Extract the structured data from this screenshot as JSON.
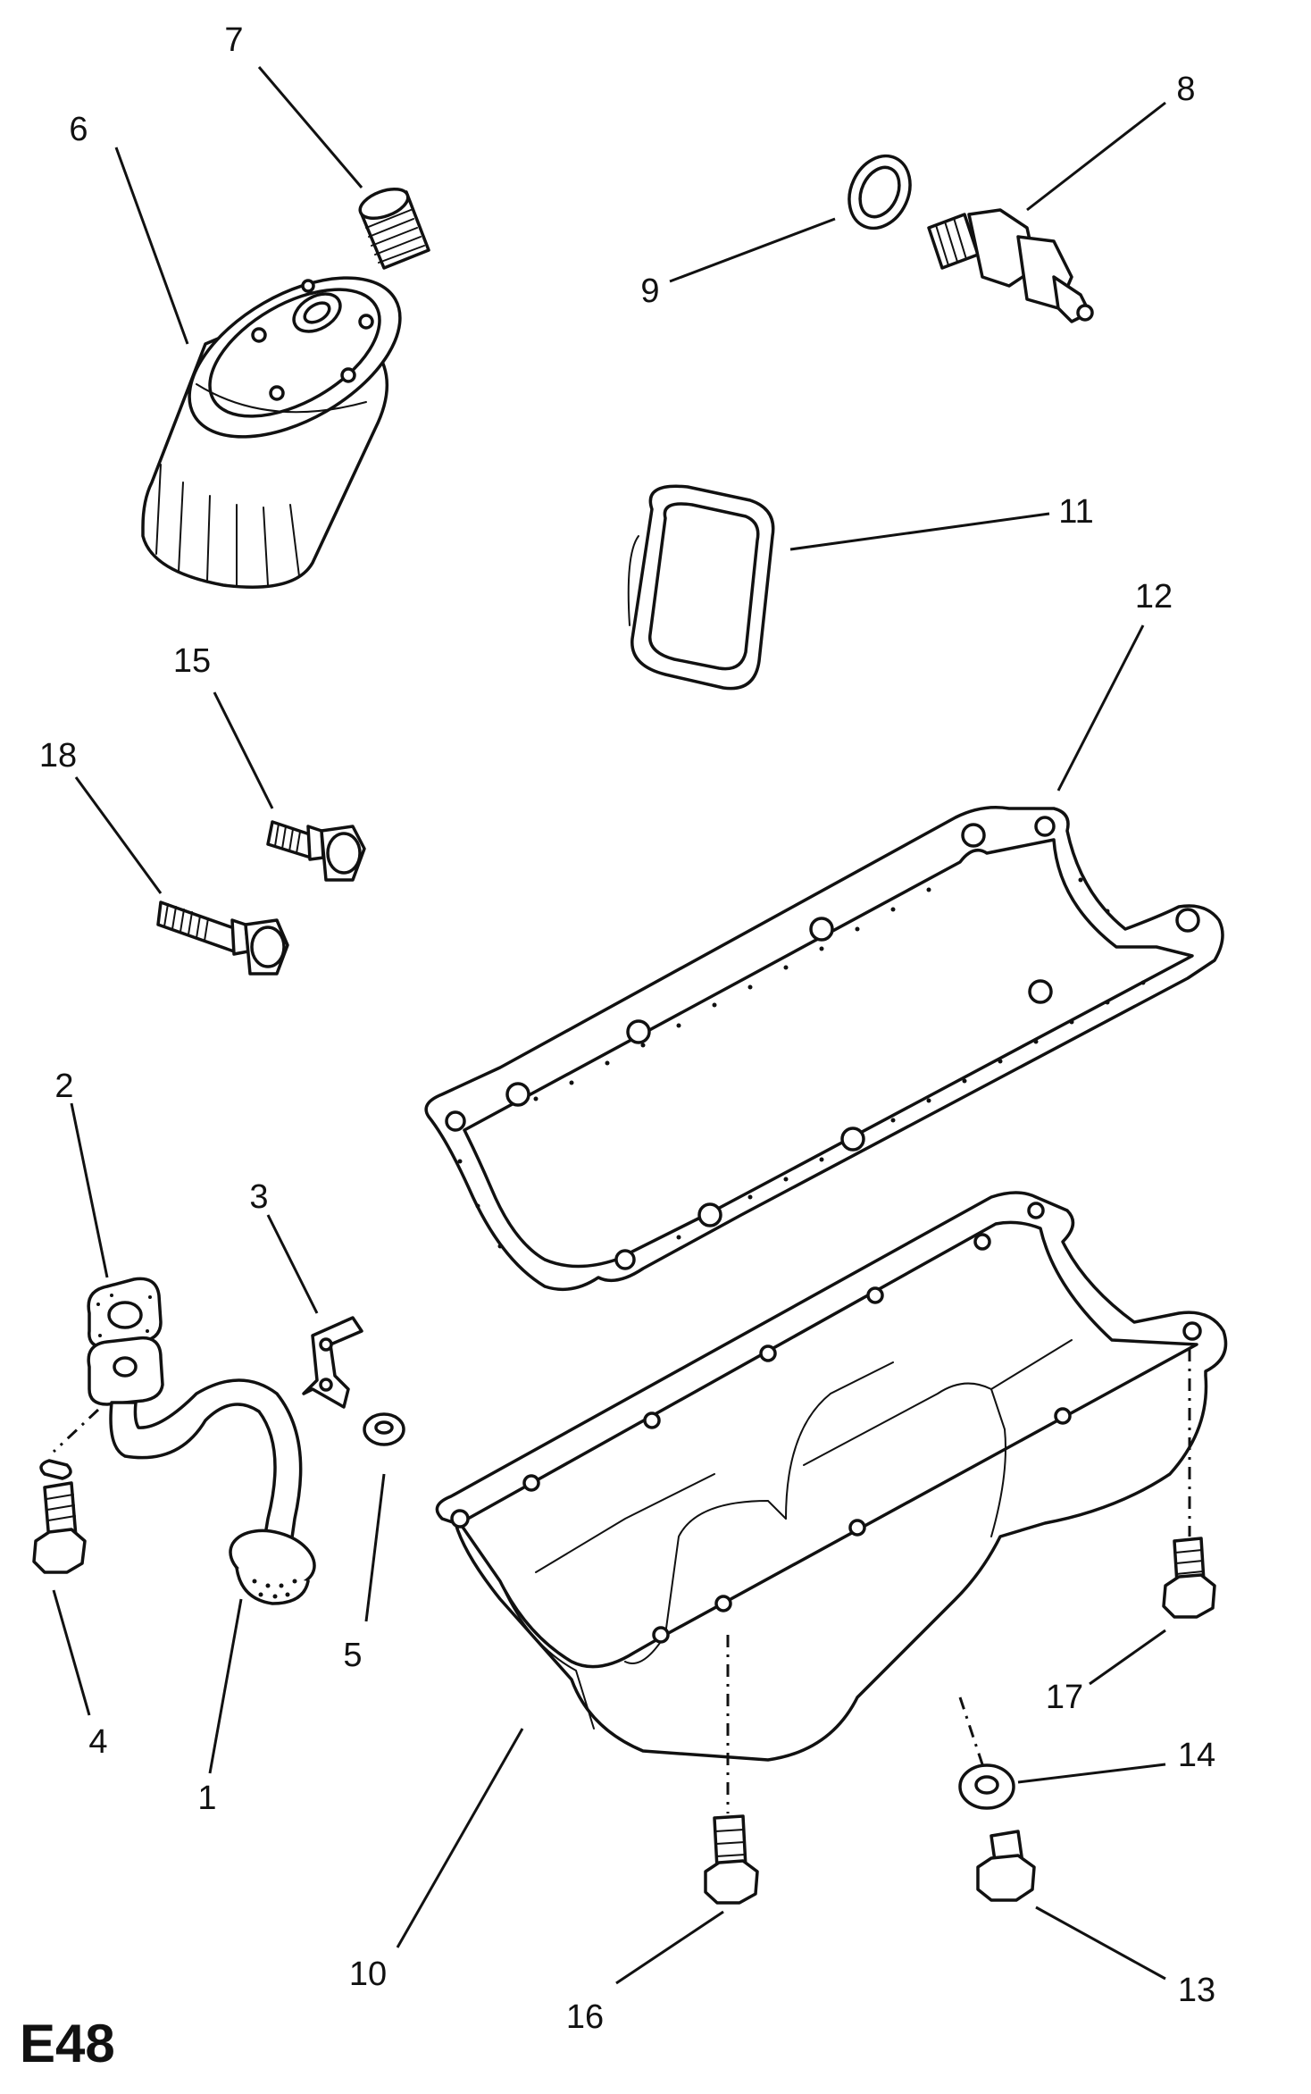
{
  "page_code": "E48",
  "callouts": [
    {
      "id": "1",
      "label": "1"
    },
    {
      "id": "2",
      "label": "2"
    },
    {
      "id": "3",
      "label": "3"
    },
    {
      "id": "4",
      "label": "4"
    },
    {
      "id": "5",
      "label": "5"
    },
    {
      "id": "6",
      "label": "6"
    },
    {
      "id": "7",
      "label": "7"
    },
    {
      "id": "8",
      "label": "8"
    },
    {
      "id": "9",
      "label": "9"
    },
    {
      "id": "10",
      "label": "10"
    },
    {
      "id": "11",
      "label": "11"
    },
    {
      "id": "12",
      "label": "12"
    },
    {
      "id": "13",
      "label": "13"
    },
    {
      "id": "14",
      "label": "14"
    },
    {
      "id": "15",
      "label": "15"
    },
    {
      "id": "16",
      "label": "16"
    },
    {
      "id": "17",
      "label": "17"
    },
    {
      "id": "18",
      "label": "18"
    }
  ],
  "colors": {
    "ink": "#111111",
    "background": "#ffffff"
  }
}
